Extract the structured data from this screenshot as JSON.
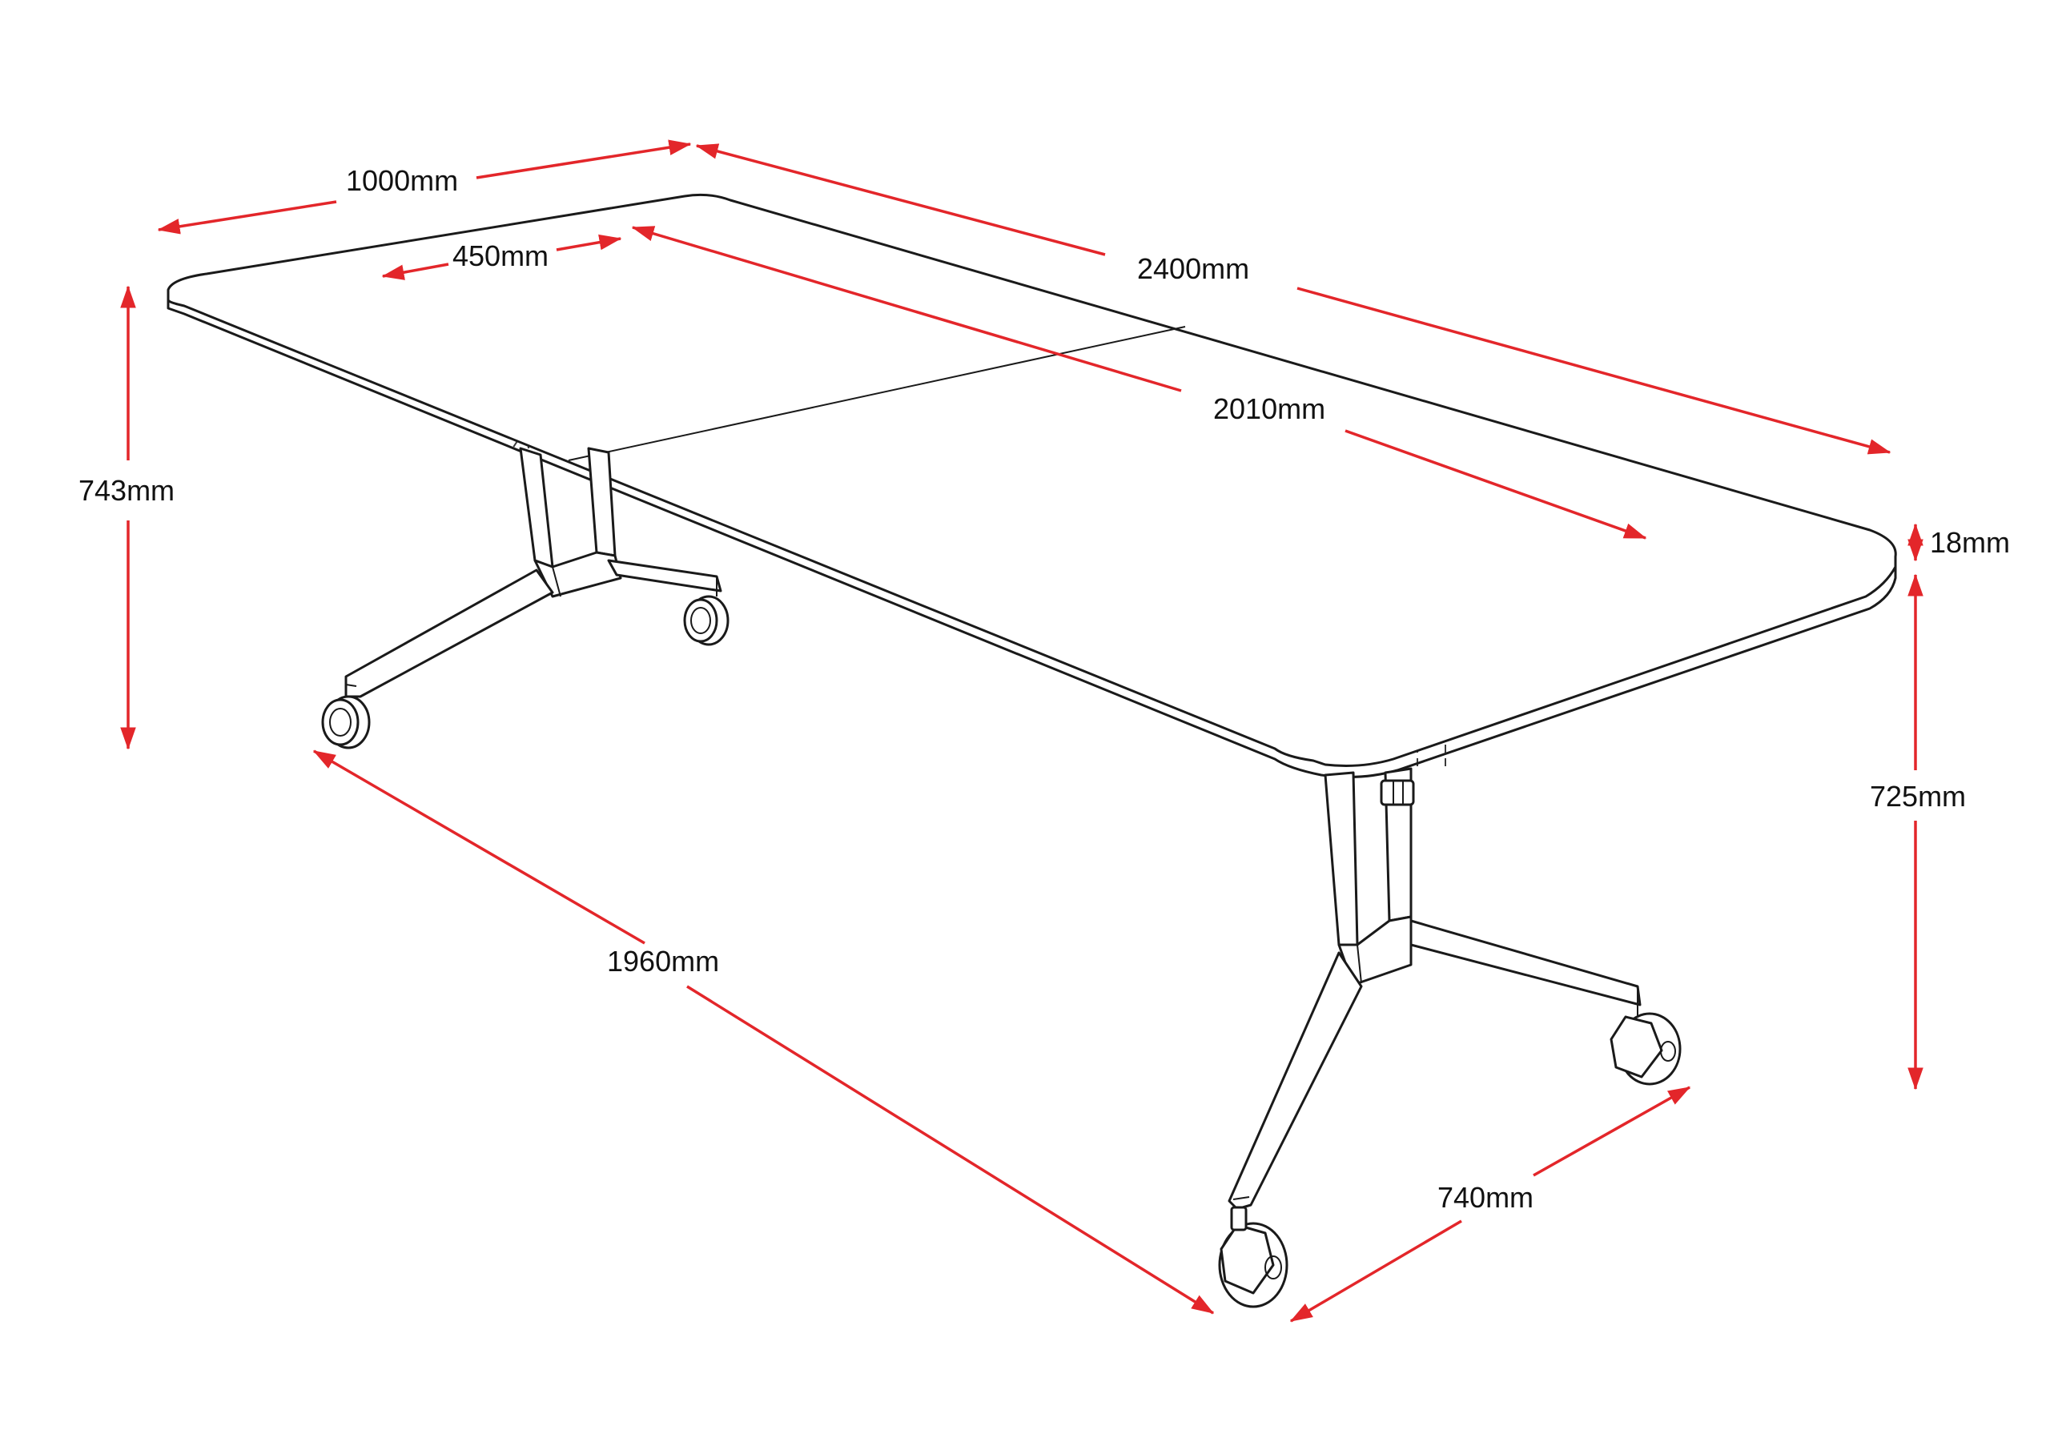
{
  "diagram": {
    "dimensions": {
      "top_width": "1000mm",
      "top_length": "2400mm",
      "frame_width": "450mm",
      "frame_length": "2010mm",
      "overall_height": "743mm",
      "top_thickness": "18mm",
      "leg_height": "725mm",
      "base_length": "1960mm",
      "base_width": "740mm"
    },
    "colors": {
      "dimension_arrows": "#e3262a",
      "outline": "#1a1a1a",
      "background": "#ffffff"
    }
  }
}
